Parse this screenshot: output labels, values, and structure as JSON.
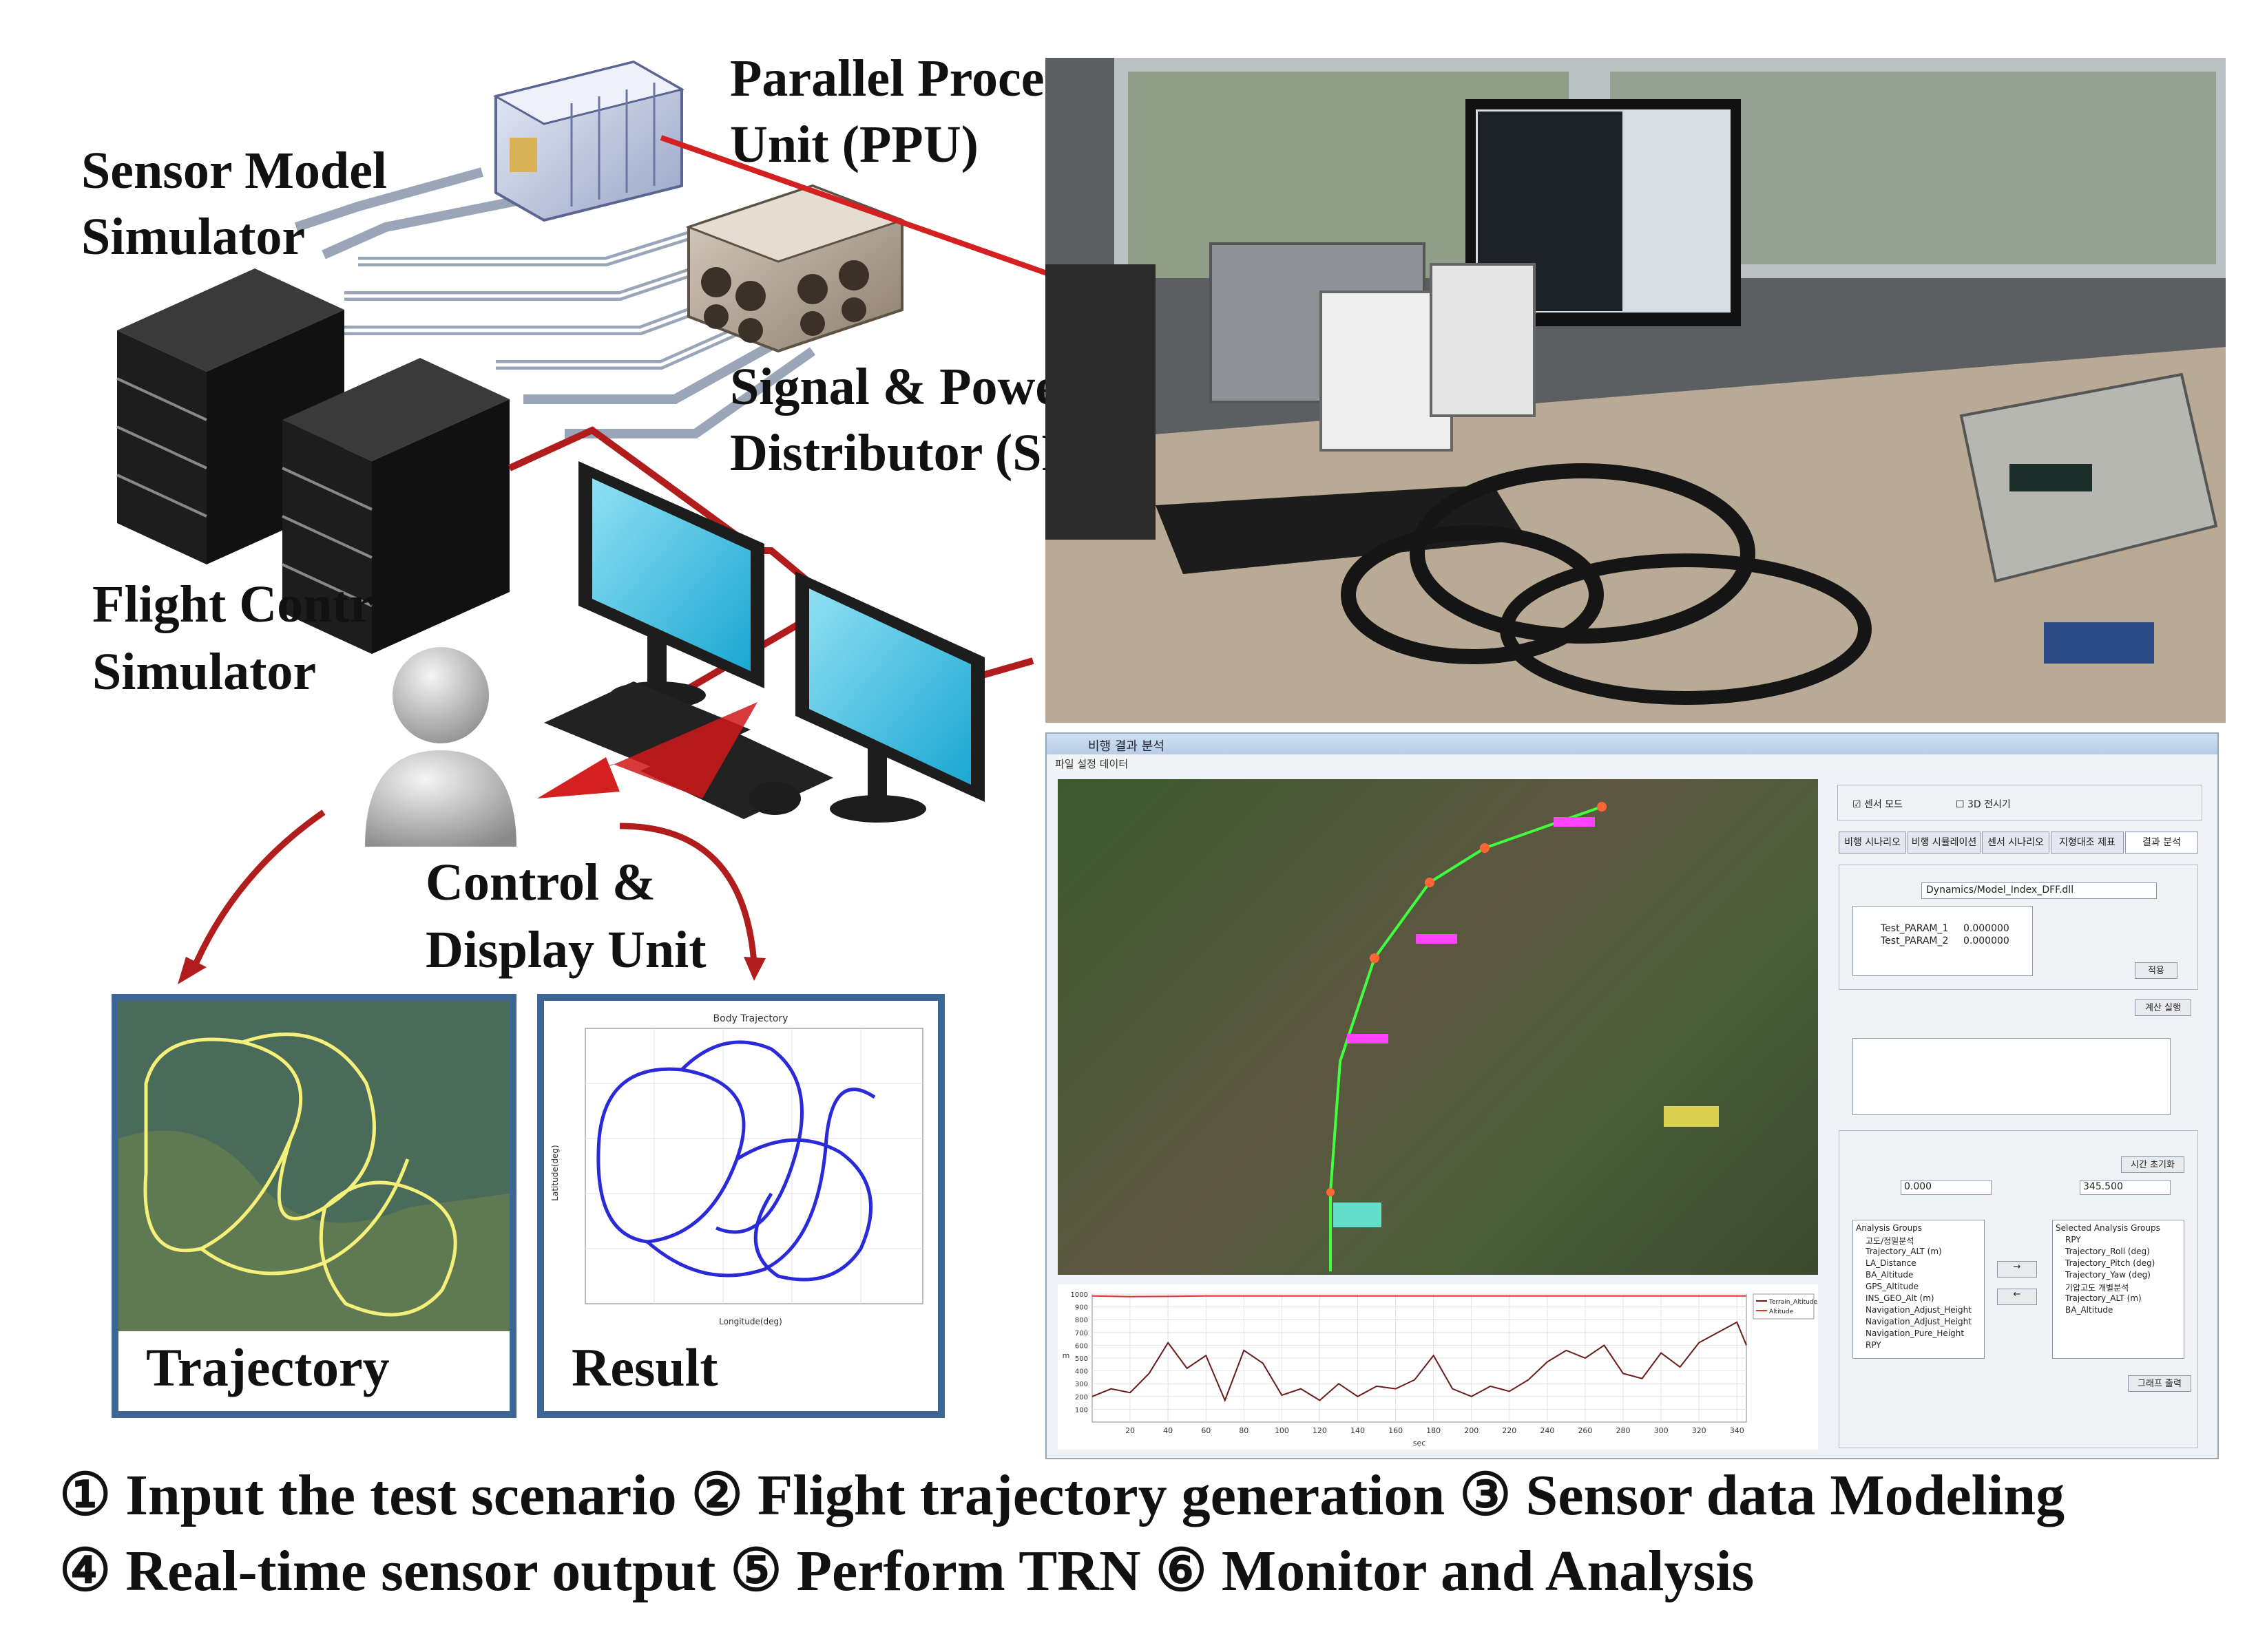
{
  "labels": {
    "ppu": [
      "Parallel Process",
      "Unit (PPU)"
    ],
    "sensor_model": [
      "Sensor Model",
      "Simulator"
    ],
    "spd": [
      "Signal & Power",
      "Distributor (SPD)"
    ],
    "flight_control": [
      "Flight Control",
      "Simulator"
    ],
    "cdu": [
      "Control &",
      "Display Unit"
    ]
  },
  "panels": {
    "trajectory": "Trajectory",
    "result": "Result",
    "result_plot_title": "Body Trajectory",
    "result_xlabel": "Longitude(deg)",
    "result_ylabel": "Latitude(deg)"
  },
  "steps": {
    "line1": "① Input the test scenario ② Flight trajectory generation  ③ Sensor data Modeling",
    "line2": "④ Real-time sensor output  ⑤ Perform TRN  ⑥ Monitor and Analysis"
  },
  "software": {
    "title": "비행 결과 분석",
    "menu": "파일   설정   데이터",
    "tabs": [
      "비행 시나리오",
      "비행 시뮬레이션",
      "센서 시나리오",
      "지형대조 제표",
      "결과 분석"
    ],
    "checkbox_a": "센서 모드",
    "checkbox_b": "3D 전시기",
    "file_path": "Dynamics/Model_Index_DFF.dll",
    "params": [
      "Test_PARAM_1",
      "Test_PARAM_2"
    ],
    "param_values": [
      "0.000000",
      "0.000000"
    ],
    "buttons": [
      "적용",
      "계산 실행",
      "시간 초기화",
      "그래프 출력"
    ],
    "time_start": "0.000",
    "time_end": "345.500",
    "analysis_left": [
      "Analysis Groups",
      "고도/정밀분석",
      "Trajectory_ALT (m)",
      "LA_Distance",
      "BA_Altitude",
      "GPS_Altitude",
      "INS_GEO_Alt (m)",
      "Navigation_Adjust_Height",
      "Navigation_Adjust_Height",
      "Navigation_Pure_Height",
      "RPY"
    ],
    "analysis_right": [
      "Selected Analysis Groups",
      "RPY",
      "Trajectory_Roll (deg)",
      "Trajectory_Pitch (deg)",
      "Trajectory_Yaw (deg)",
      "기압고도 개별분석",
      "Trajectory_ALT (m)",
      "BA_Altitude"
    ],
    "legend": [
      "Terrain_Altitude",
      "Altitude"
    ],
    "yaxis_label": "m",
    "xaxis_label": "sec"
  },
  "chart_data": {
    "type": "line",
    "title": "",
    "xlabel": "sec",
    "ylabel": "m",
    "xlim": [
      0,
      345
    ],
    "ylim": [
      0,
      1000
    ],
    "x_ticks": [
      20,
      40,
      60,
      80,
      100,
      120,
      140,
      160,
      180,
      200,
      220,
      240,
      260,
      280,
      300,
      320,
      340
    ],
    "y_ticks": [
      100,
      200,
      300,
      400,
      500,
      600,
      700,
      800,
      900,
      1000
    ],
    "legend": "top-right",
    "series": [
      {
        "name": "Altitude",
        "color": "#e03030",
        "x": [
          0,
          20,
          40,
          60,
          100,
          160,
          220,
          280,
          345
        ],
        "y": [
          985,
          980,
          982,
          985,
          985,
          985,
          985,
          985,
          985
        ]
      },
      {
        "name": "Terrain_Altitude",
        "color": "#6b1a1a",
        "x": [
          0,
          10,
          20,
          30,
          40,
          50,
          60,
          70,
          80,
          90,
          100,
          110,
          120,
          130,
          140,
          150,
          160,
          170,
          180,
          190,
          200,
          210,
          220,
          230,
          240,
          250,
          260,
          270,
          280,
          290,
          300,
          310,
          320,
          330,
          340,
          345
        ],
        "y": [
          200,
          260,
          230,
          380,
          620,
          420,
          520,
          170,
          560,
          460,
          210,
          260,
          170,
          300,
          200,
          280,
          260,
          330,
          520,
          260,
          200,
          280,
          240,
          330,
          470,
          560,
          500,
          600,
          380,
          340,
          540,
          430,
          620,
          700,
          780,
          600
        ]
      }
    ]
  },
  "colors": {
    "panel_border": "#3d6694",
    "arrow_red": "#d42020",
    "cable_gray": "#9aa6b8"
  }
}
